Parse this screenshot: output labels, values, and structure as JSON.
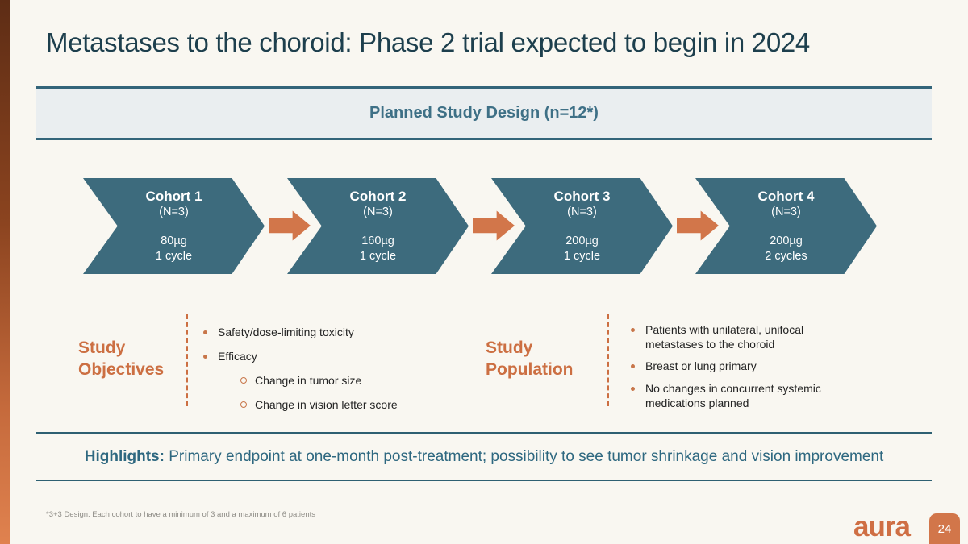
{
  "slide": {
    "title": "Metastases to the choroid: Phase 2 trial expected to begin in 2024",
    "banner": "Planned Study Design (n=12*)",
    "footnote": "*3+3 Design. Each cohort to have a minimum of 3 and a maximum of 6 patients",
    "logo_text": "aura",
    "page_number": "24"
  },
  "cohorts": [
    {
      "title": "Cohort 1",
      "n": "(N=3)",
      "dose": "80µg",
      "cycles": "1 cycle"
    },
    {
      "title": "Cohort 2",
      "n": "(N=3)",
      "dose": "160µg",
      "cycles": "1 cycle"
    },
    {
      "title": "Cohort 3",
      "n": "(N=3)",
      "dose": "200µg",
      "cycles": "1 cycle"
    },
    {
      "title": "Cohort 4",
      "n": "(N=3)",
      "dose": "200µg",
      "cycles": "2 cycles"
    }
  ],
  "objectives": {
    "heading": "Study Objectives",
    "bullets": [
      "Safety/dose-limiting toxicity",
      "Efficacy"
    ],
    "sub_bullets": [
      "Change in tumor size",
      "Change in vision letter score"
    ]
  },
  "population": {
    "heading": "Study Population",
    "bullets": [
      "Patients with unilateral, unifocal metastases to the choroid",
      "Breast or lung primary",
      "No changes in concurrent systemic medications planned"
    ]
  },
  "highlights": {
    "label": "Highlights:",
    "text": " Primary endpoint at one-month post-treatment; possibility to see tumor shrinkage and vision improvement"
  },
  "colors": {
    "background": "#f9f7f1",
    "teal": "#3d6b7d",
    "teal_dark": "#1d3f4d",
    "teal_border": "#2e6072",
    "orange": "#d2764a",
    "orange_heading": "#cc6f42",
    "banner_bg": "#eaeef0",
    "footnote_gray": "#8f8d87"
  }
}
